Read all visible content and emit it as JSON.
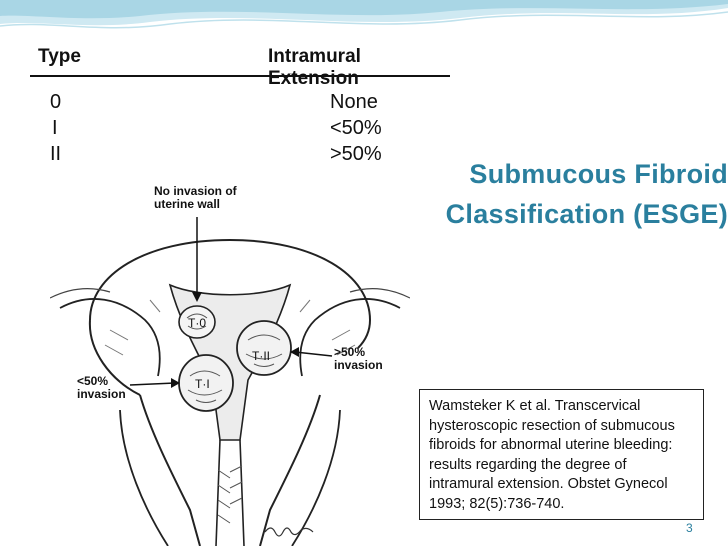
{
  "table": {
    "col_type": "Type",
    "col_extension": "Intramural Extension",
    "rows": [
      {
        "type": "0",
        "extension": "None"
      },
      {
        "type": "I",
        "extension": "<50%"
      },
      {
        "type": "II",
        "extension": ">50%"
      }
    ]
  },
  "illustration": {
    "label_no_invasion_1": "No invasion of",
    "label_no_invasion_2": "uterine wall",
    "label_t0": "T·0",
    "label_t1": "T·I",
    "label_t2": "T·II",
    "label_gt50_1": ">50%",
    "label_gt50_2": "invasion",
    "label_lt50_1": "<50%",
    "label_lt50_2": "invasion"
  },
  "title": {
    "line1": "Submucous Fibroid",
    "line2": "Classification (ESGE)"
  },
  "reference": {
    "lines": [
      "Wamsteker K et al. Transcervical",
      "hysteroscopic resection of submucous",
      "fibroids for abnormal uterine bleeding:",
      "results regarding the degree of",
      "intramural extension. Obstet Gynecol",
      "1993; 82(5):736-740."
    ]
  },
  "page_number": "3",
  "colors": {
    "accent": "#2a7f9e",
    "wave": "#a9d6e5"
  }
}
